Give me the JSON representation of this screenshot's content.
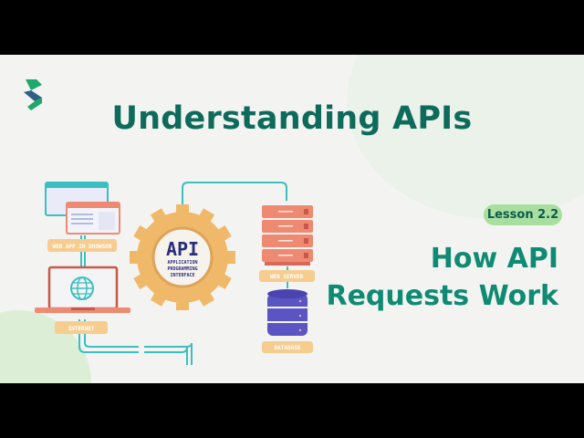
{
  "title": "Understanding APIs",
  "lesson_badge": "Lesson 2.2",
  "subtitle_lines": [
    "How API",
    "Requests Work"
  ],
  "diagram": {
    "api_label": "API",
    "api_full": [
      "APPLICATION",
      "PROGRAMMING",
      "INTERFACE"
    ],
    "web_app_label": "WEB APP IN BROWSER",
    "internet_label": "INTERNET",
    "web_server_label": "WEB SERVER",
    "database_label": "DATABASE"
  },
  "colors": {
    "title": "#0e6b5c",
    "subtitle": "#0f8a73",
    "badge_bg": "#a8df9f",
    "connector": "#3bbfc0",
    "gear": "#f0b96a",
    "server": "#ee8a72",
    "database": "#5b55c4",
    "label_bg": "#f6cd8f"
  }
}
